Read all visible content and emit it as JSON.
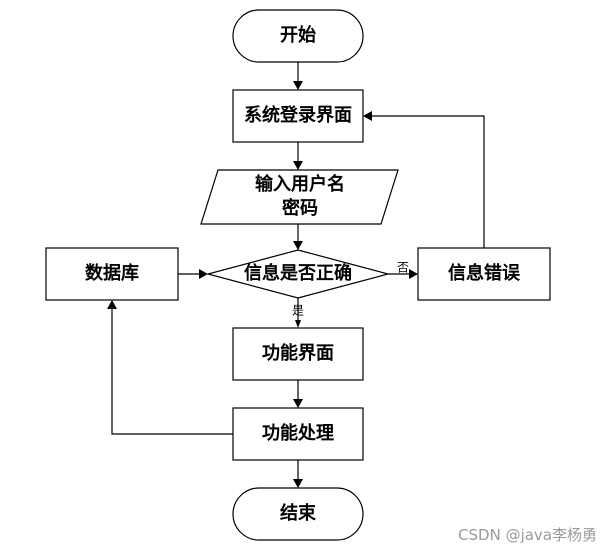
{
  "nodes": {
    "start": "开始",
    "login_screen": "系统登录界面",
    "input_line1": "输入用户名",
    "input_line2": "密码",
    "decision": "信息是否正确",
    "database": "数据库",
    "error": "信息错误",
    "function_screen": "功能界面",
    "function_process": "功能处理",
    "end": "结束"
  },
  "edges": {
    "no_label": "否",
    "yes_label": "是"
  },
  "watermark": "CSDN @java李杨勇"
}
